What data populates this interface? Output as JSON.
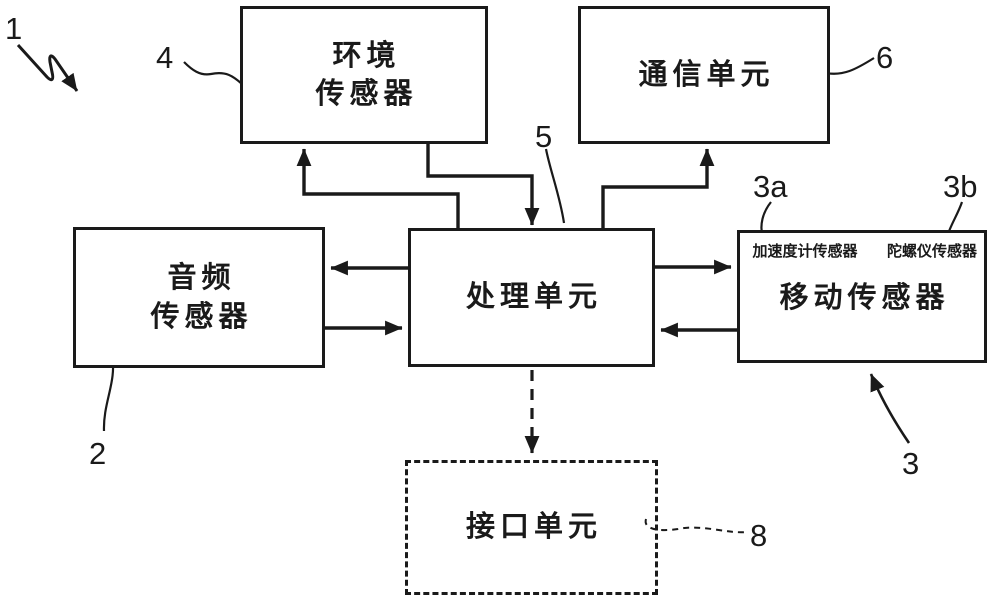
{
  "boxes": {
    "environment": {
      "line1": "环境",
      "line2": "传感器"
    },
    "communication": {
      "label": "通信单元"
    },
    "audio": {
      "line1": "音频",
      "line2": "传感器"
    },
    "processing": {
      "label": "处理单元"
    },
    "motion": {
      "label": "移动传感器",
      "sub_left": "加速度计传感器",
      "sub_right": "陀螺仪传感器"
    },
    "interface": {
      "label": "接口单元"
    }
  },
  "refs": {
    "system": "1",
    "audio": "2",
    "motion": "3",
    "accelerometer": "3a",
    "gyroscope": "3b",
    "environment": "4",
    "processing": "5",
    "communication": "6",
    "interface": "8"
  },
  "colors": {
    "ink": "#1a1a1a",
    "background": "#ffffff"
  }
}
